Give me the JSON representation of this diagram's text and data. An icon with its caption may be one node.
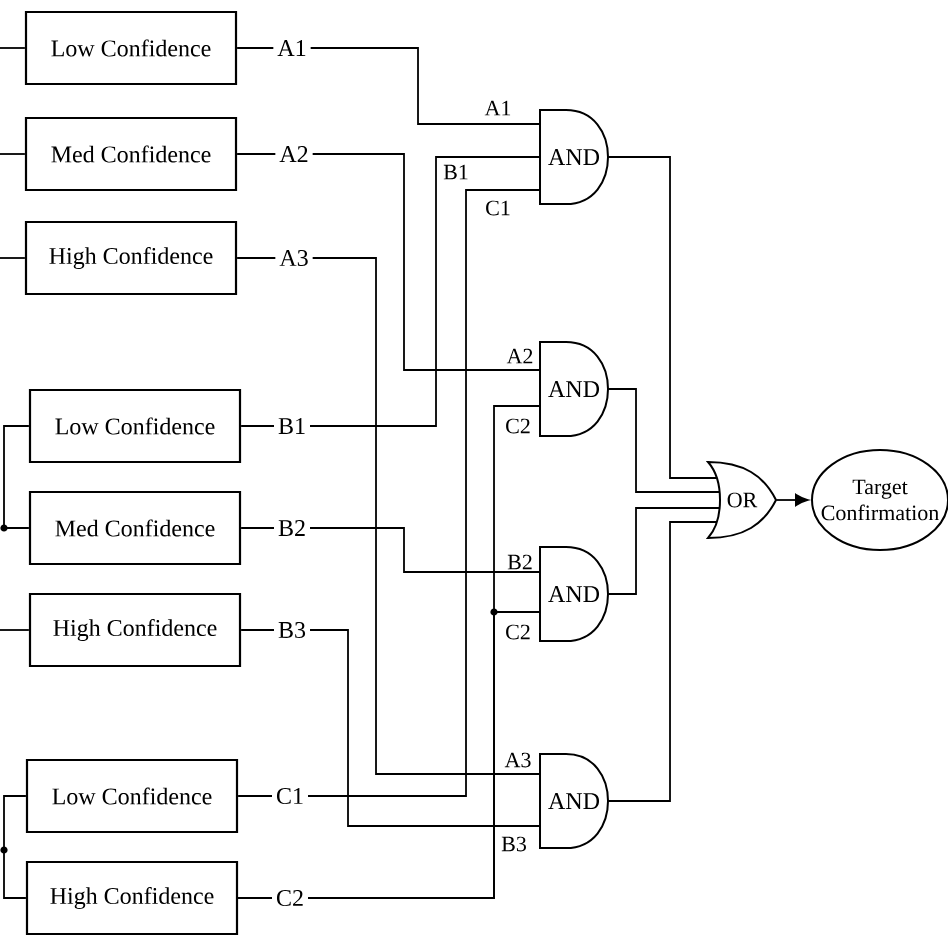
{
  "diagram": {
    "nodes": [
      {
        "text": [
          "Low Confidence"
        ]
      },
      {
        "text": [
          "Med Confidence"
        ]
      },
      {
        "text": [
          "High Confidence"
        ]
      },
      {
        "text": [
          "Low Confidence"
        ]
      },
      {
        "text": [
          "Med Confidence"
        ]
      },
      {
        "text": [
          "High Confidence"
        ]
      },
      {
        "text": [
          "Low Confidence"
        ]
      },
      {
        "text": [
          "High Confidence"
        ]
      },
      {
        "text": [
          "AND"
        ]
      },
      {
        "text": [
          "AND"
        ]
      },
      {
        "text": [
          "AND"
        ]
      },
      {
        "text": [
          "AND"
        ]
      },
      {
        "text": [
          "OR"
        ]
      },
      {
        "text": [
          "Target Confirmation"
        ]
      }
    ],
    "edges": [
      {
        "from": null,
        "to": 0,
        "arrow": "none"
      },
      {
        "from": null,
        "to": 1,
        "arrow": "none"
      },
      {
        "from": null,
        "to": 2,
        "arrow": "none"
      },
      {
        "from": 4,
        "to": 3,
        "arrow": "none"
      },
      {
        "from": null,
        "to": 5,
        "arrow": "none"
      },
      {
        "from": 7,
        "to": 6,
        "arrow": "none"
      },
      {
        "from": 0,
        "to": 8,
        "arrow": "none",
        "label": "A1"
      },
      {
        "from": 1,
        "to": 9,
        "arrow": "none",
        "label": "A2"
      },
      {
        "from": 2,
        "to": 11,
        "arrow": "none",
        "label": "A3"
      },
      {
        "from": 3,
        "to": 8,
        "arrow": "none",
        "label": "B1"
      },
      {
        "from": 4,
        "to": 10,
        "arrow": "none",
        "label": "B2"
      },
      {
        "from": 5,
        "to": 11,
        "arrow": "none",
        "label": "B3"
      },
      {
        "from": 6,
        "to": 8,
        "arrow": "none",
        "label": "C1"
      },
      {
        "from": 7,
        "to": 9,
        "arrow": "none",
        "label": "C2"
      },
      {
        "from": 7,
        "to": 10,
        "arrow": "none"
      },
      {
        "from": 8,
        "to": 12,
        "arrow": "none"
      },
      {
        "from": 9,
        "to": 12,
        "arrow": "none"
      },
      {
        "from": 10,
        "to": 12,
        "arrow": "none"
      },
      {
        "from": 11,
        "to": 12,
        "arrow": "none"
      },
      {
        "from": 12,
        "to": 13,
        "arrow": "to"
      }
    ],
    "labels": [
      "A1",
      "B1",
      "C1",
      "A2",
      "C2",
      "B2",
      "C2",
      "A3",
      "B3"
    ]
  }
}
